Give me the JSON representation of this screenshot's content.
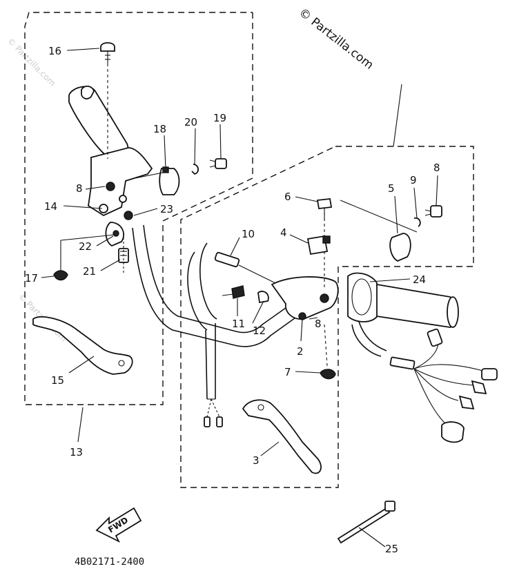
{
  "watermark": {
    "main": "© Partzilla.com",
    "faint_left": "© Partzilla.com",
    "faint_margin": "© Partzilla.com"
  },
  "drawing_code": "4B02171-2400",
  "fwd_label": "FWD",
  "callouts": [
    {
      "id": "c16",
      "text": "16"
    },
    {
      "id": "c18",
      "text": "18"
    },
    {
      "id": "c20",
      "text": "20"
    },
    {
      "id": "c19",
      "text": "19"
    },
    {
      "id": "c8a",
      "text": "8"
    },
    {
      "id": "c14",
      "text": "14"
    },
    {
      "id": "c23",
      "text": "23"
    },
    {
      "id": "c22",
      "text": "22"
    },
    {
      "id": "c17",
      "text": "17"
    },
    {
      "id": "c21",
      "text": "21"
    },
    {
      "id": "c15",
      "text": "15"
    },
    {
      "id": "c13",
      "text": "13"
    },
    {
      "id": "c6",
      "text": "6"
    },
    {
      "id": "c5",
      "text": "5"
    },
    {
      "id": "c9",
      "text": "9"
    },
    {
      "id": "c8b",
      "text": "8"
    },
    {
      "id": "c4",
      "text": "4"
    },
    {
      "id": "c10",
      "text": "10"
    },
    {
      "id": "c24",
      "text": "24"
    },
    {
      "id": "c11",
      "text": "11"
    },
    {
      "id": "c12",
      "text": "12"
    },
    {
      "id": "c8c",
      "text": "8"
    },
    {
      "id": "c2",
      "text": "2"
    },
    {
      "id": "c7",
      "text": "7"
    },
    {
      "id": "c3",
      "text": "3"
    },
    {
      "id": "c25",
      "text": "25"
    }
  ]
}
